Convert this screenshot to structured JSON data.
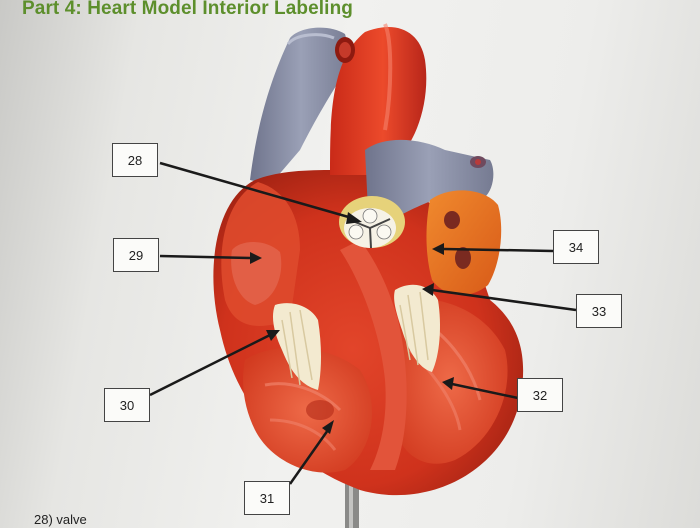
{
  "title": "Part 4: Heart Model Interior Labeling",
  "labels": [
    "28",
    "29",
    "30",
    "31",
    "32",
    "33",
    "34"
  ],
  "footer": "28) valve",
  "colors": {
    "title_green": "#5d8f2c",
    "heart_red": "#d8381f",
    "vessel_blue": "#8a8fa6",
    "valve_cream": "#f1e8c8",
    "atrium_orange": "#e8701e"
  }
}
